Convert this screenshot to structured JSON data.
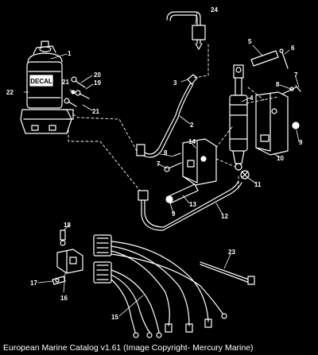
{
  "caption": "European Marine Catalog v1.61 (Image Copyright- Mercury Marine)",
  "decal_label": "DECAL",
  "colors": {
    "background": "#000000",
    "line": "#ffffff"
  },
  "callouts": {
    "c1": "1",
    "c2": "2",
    "c3": "3",
    "c4": "4",
    "c5": "5",
    "c6": "6",
    "c7a": "7",
    "c7b": "7",
    "c8a": "8",
    "c8b": "8",
    "c9a": "9",
    "c9b": "9",
    "c10": "10",
    "c11": "11",
    "c12": "12",
    "c13": "13",
    "c14": "14",
    "c15": "15",
    "c16": "16",
    "c17": "17",
    "c18": "18",
    "c19": "19",
    "c20": "20",
    "c21a": "21",
    "c21b": "21",
    "c22": "22",
    "c23": "23",
    "c24": "24"
  }
}
